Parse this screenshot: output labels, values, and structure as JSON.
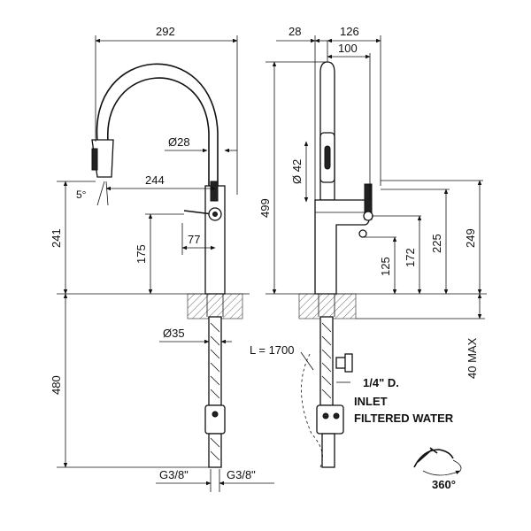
{
  "front_view": {
    "width_total": "292",
    "spout_diameter": "Ø28",
    "spout_reach": "244",
    "spray_angle": "5°",
    "total_height": "241",
    "handle_height": "175",
    "handle_offset": "77",
    "base_diameter": "Ø35",
    "shank_length": "480",
    "hose_connection_left": "G3/8\"",
    "hose_connection_right": "G3/8\""
  },
  "side_view": {
    "depth_28": "28",
    "depth_126": "126",
    "depth_100": "100",
    "head_diameter": "Ø 42",
    "overall_height": "499",
    "outlet_height": "125",
    "lever_height": "172",
    "height_225": "225",
    "height_249": "249",
    "deck_thickness": "40 MAX",
    "hose_length": "L = 1700",
    "inlet_size": "1/4\" D.",
    "inlet_label": "INLET",
    "filtered_label": "FILTERED WATER",
    "rotation": "360°"
  }
}
